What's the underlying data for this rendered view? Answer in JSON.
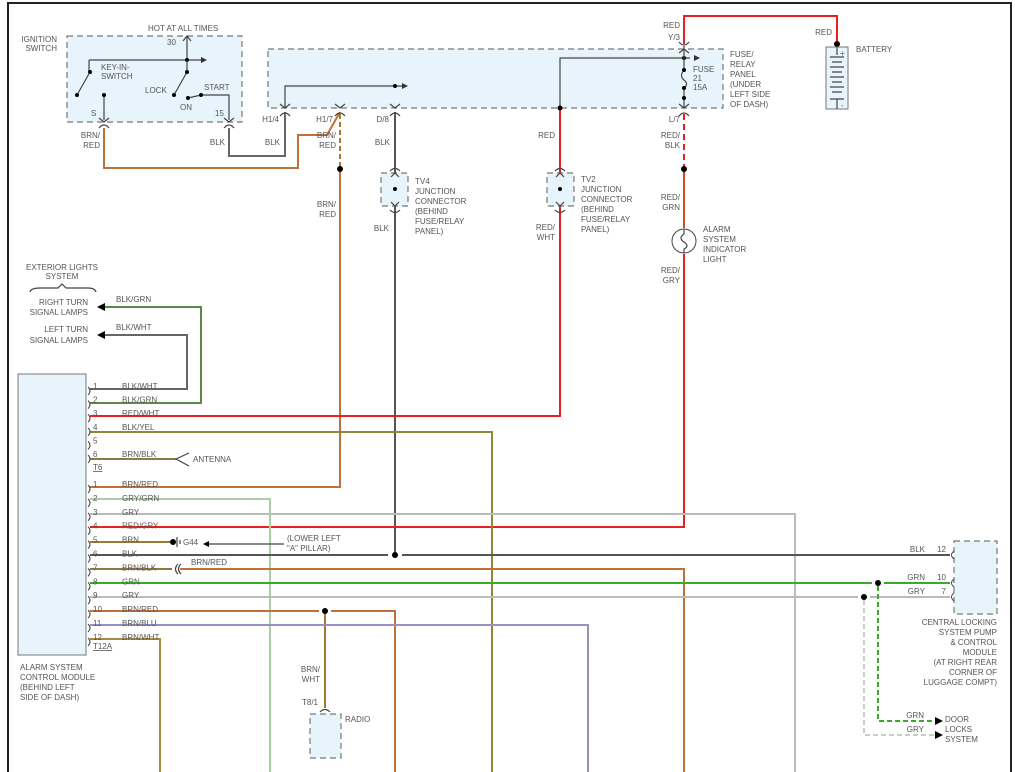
{
  "title": "Alarm System Wiring Diagram",
  "colors": {
    "RED": "#e8201e",
    "BLK": "#555555",
    "BRN_RED": "#c0703a",
    "BRN": "#a07a30",
    "GRN": "#3aaa2a",
    "GRY": "#bbbbbb",
    "BLK_GRN": "#5a8a4a",
    "BLK_WHT": "#666666",
    "BLK_YEL": "#8a8a3a",
    "GRY_GRN": "#a8d0a0",
    "BRN_BLU": "#9a90c0",
    "BRN_WHT": "#a88a40",
    "RED_WHT": "#e8201e",
    "RED_GRY": "#e8201e",
    "BRN_BLK": "#8a7a40",
    "box_fill": "#e8f4fc"
  },
  "ignition_switch": {
    "label": [
      "IGNITION",
      "SWITCH"
    ],
    "hot_label": "HOT AT ALL TIMES",
    "terminal_30": "30",
    "key_in_switch": [
      "KEY-IN-",
      "SWITCH"
    ],
    "lock": "LOCK",
    "on": "ON",
    "start": "START",
    "terminal_s": "S",
    "terminal_15": "15",
    "wire_s": [
      "BRN/",
      "RED"
    ],
    "wire_15": "BLK"
  },
  "fuse_panel": {
    "label": [
      "FUSE/",
      "RELAY",
      "PANEL",
      "(UNDER",
      "LEFT SIDE",
      "OF DASH)"
    ],
    "fuse": [
      "FUSE",
      "21",
      "15A"
    ],
    "pin_h14": "H1/4",
    "pin_h17": "H1/7",
    "pin_d8": "D/8",
    "pin_y3": "Y/3",
    "pin_l7": "L/7",
    "wire_h14": "BLK",
    "wire_h17_top": [
      "BRN/",
      "RED"
    ],
    "wire_h17_bottom": [
      "BRN/",
      "RED"
    ],
    "wire_d8": "BLK",
    "wire_y3": "RED",
    "wire_l7": [
      "RED/",
      "BLK"
    ],
    "wire_red_tv2": "RED"
  },
  "battery": {
    "label": "BATTERY",
    "wire": "RED",
    "plus": "+",
    "minus": "-"
  },
  "tv4": {
    "label": [
      "TV4",
      "JUNCTION",
      "CONNECTOR",
      "(BEHIND",
      "FUSE/RELAY",
      "PANEL)"
    ],
    "wire_below": "BLK"
  },
  "tv2": {
    "label": [
      "TV2",
      "JUNCTION",
      "CONNECTOR",
      "(BEHIND",
      "FUSE/RELAY",
      "PANEL)"
    ],
    "wire_below": [
      "RED/",
      "WHT"
    ]
  },
  "indicator_light": {
    "label": [
      "ALARM",
      "SYSTEM",
      "INDICATOR",
      "LIGHT"
    ],
    "wire_above": [
      "RED/",
      "GRN"
    ],
    "wire_below": [
      "RED/",
      "GRY"
    ]
  },
  "exterior_lights": {
    "label": [
      "EXTERIOR LIGHTS",
      "SYSTEM"
    ],
    "right_turn": [
      "RIGHT TURN",
      "SIGNAL LAMPS"
    ],
    "left_turn": [
      "LEFT TURN",
      "SIGNAL LAMPS"
    ],
    "wire_right": "BLK/GRN",
    "wire_left": "BLK/WHT"
  },
  "antenna": {
    "label": "ANTENNA"
  },
  "ground": {
    "label": "G44",
    "location": [
      "(LOWER LEFT",
      "\"A\" PILLAR)"
    ]
  },
  "module": {
    "label": [
      "ALARM SYSTEM",
      "CONTROL MODULE",
      "(BEHIND LEFT",
      "SIDE OF DASH)"
    ],
    "connector_t6": "T6",
    "connector_t12a": "T12A",
    "t6_pins": [
      {
        "pin": "1",
        "wire": "BLK/WHT"
      },
      {
        "pin": "2",
        "wire": "BLK/GRN"
      },
      {
        "pin": "3",
        "wire": "RED/WHT"
      },
      {
        "pin": "4",
        "wire": "BLK/YEL"
      },
      {
        "pin": "5",
        "wire": ""
      },
      {
        "pin": "6",
        "wire": "BRN/BLK"
      }
    ],
    "t12a_pins": [
      {
        "pin": "1",
        "wire": "BRN/RED"
      },
      {
        "pin": "2",
        "wire": "GRY/GRN"
      },
      {
        "pin": "3",
        "wire": "GRY"
      },
      {
        "pin": "4",
        "wire": "RED/GRY"
      },
      {
        "pin": "5",
        "wire": "BRN"
      },
      {
        "pin": "6",
        "wire": "BLK"
      },
      {
        "pin": "7",
        "wire": "BRN/BLK"
      },
      {
        "pin": "8",
        "wire": "GRN"
      },
      {
        "pin": "9",
        "wire": "GRY"
      },
      {
        "pin": "10",
        "wire": "BRN/RED"
      },
      {
        "pin": "11",
        "wire": "BRN/BLU"
      },
      {
        "pin": "12",
        "wire": "BRN/WHT"
      }
    ],
    "pin7_splice_wire": "BRN/RED"
  },
  "central_locking": {
    "label": [
      "CENTRAL LOCKING",
      "SYSTEM PUMP",
      "& CONTROL",
      "MODULE",
      "(AT RIGHT REAR",
      "CORNER OF",
      "LUGGAGE COMPT)"
    ],
    "pins": [
      {
        "pin": "12",
        "wire": "BLK"
      },
      {
        "pin": "10",
        "wire": "GRN"
      },
      {
        "pin": "7",
        "wire": "GRY"
      }
    ]
  },
  "door_locks": {
    "label": [
      "DOOR",
      "LOCKS",
      "SYSTEM"
    ],
    "wire_grn": "GRN",
    "wire_gry": "GRY"
  },
  "radio": {
    "label": "RADIO",
    "pin": "T8/1",
    "wire": [
      "BRN/",
      "WHT"
    ]
  }
}
